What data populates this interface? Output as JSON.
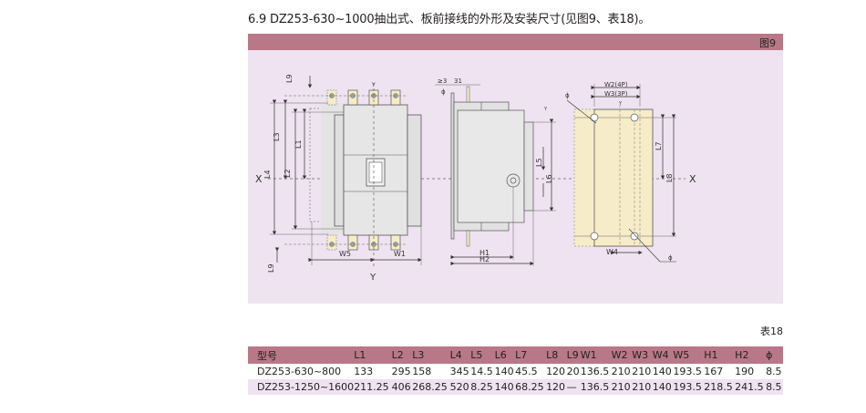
{
  "heading": "6.9 DZ253-630~1000抽出式、板前接线的外形及安装尺寸(见图9、表18)。",
  "figure": {
    "label": "图9",
    "axis_x": "X",
    "axis_y": "Y",
    "axis_y_small": "Y",
    "front_view": {
      "labels": {
        "L9_top": "L9",
        "L3": "L3",
        "L4": "L4",
        "L1": "L1",
        "L2": "L2",
        "L9_bottom": "L9",
        "W5": "W5",
        "W1": "W1"
      }
    },
    "side_view": {
      "labels": {
        "ge3": "≥3",
        "d31": "31",
        "phi": "ϕ",
        "L5": "L5",
        "L6": "L6",
        "H1": "H1",
        "H2": "H2"
      }
    },
    "mount_view": {
      "labels": {
        "W2": "W2(4P)",
        "W3": "W3(3P)",
        "phi_top": "ϕ",
        "L7": "L7",
        "L8": "L8",
        "W4": "W4",
        "phi_bottom": "ϕ"
      }
    }
  },
  "table": {
    "label": "表18",
    "headers": [
      "型号",
      "L1",
      "L2",
      "L3",
      "L4",
      "L5",
      "L6",
      "L7",
      "L8",
      "L9",
      "W1",
      "W2",
      "W3",
      "W4",
      "W5",
      "H1",
      "H2",
      "ϕ"
    ],
    "rows": [
      [
        "DZ253-630~800",
        "133",
        "295",
        "158",
        "345",
        "14.5",
        "140",
        "45.5",
        "120",
        "20",
        "136.5",
        "210",
        "210",
        "140",
        "193.5",
        "167",
        "190",
        "8.5"
      ],
      [
        "DZ253-1250~1600",
        "211.25",
        "406",
        "268.25",
        "520",
        "8.25",
        "140",
        "68.25",
        "120",
        "—",
        "136.5",
        "210",
        "210",
        "140",
        "193.5",
        "218.5",
        "241.5",
        "8.5"
      ]
    ]
  },
  "colors": {
    "header_bar": "#b87888",
    "figure_bg": "#efe2f1",
    "terminal_fill": "#f7ecc8",
    "body_fill": "#e6e6e6"
  }
}
